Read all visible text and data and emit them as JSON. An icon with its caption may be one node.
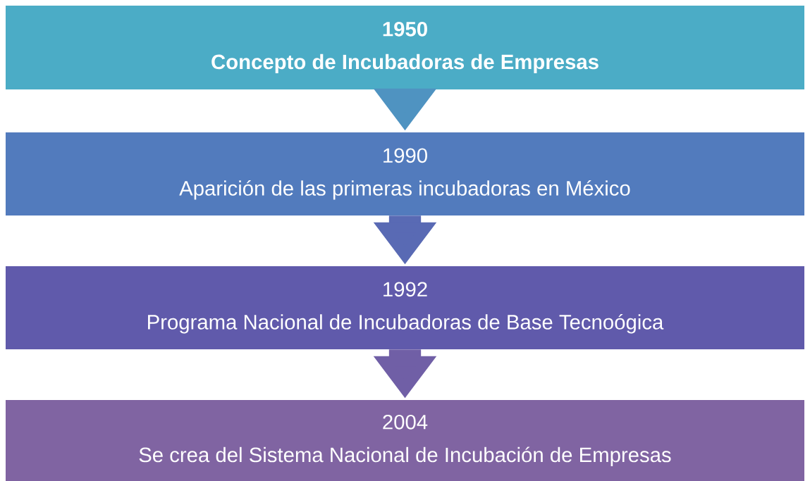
{
  "diagram": {
    "nodes": [
      {
        "text": [
          "1950",
          "Concepto de Incubadoras de Empresas"
        ]
      },
      {
        "text": [
          "1990",
          "Aparición de las primeras incubadoras en México"
        ]
      },
      {
        "text": [
          "1992",
          "Programa Nacional de Incubadoras de Base Tecnoógica"
        ]
      },
      {
        "text": [
          "2004",
          "Se crea del Sistema Nacional de Incubación de Empresas"
        ]
      }
    ],
    "edges": [
      {
        "from": 0,
        "to": 1,
        "arrow": "to"
      },
      {
        "from": 1,
        "to": 2,
        "arrow": "to"
      },
      {
        "from": 2,
        "to": 3,
        "arrow": "to"
      }
    ]
  }
}
